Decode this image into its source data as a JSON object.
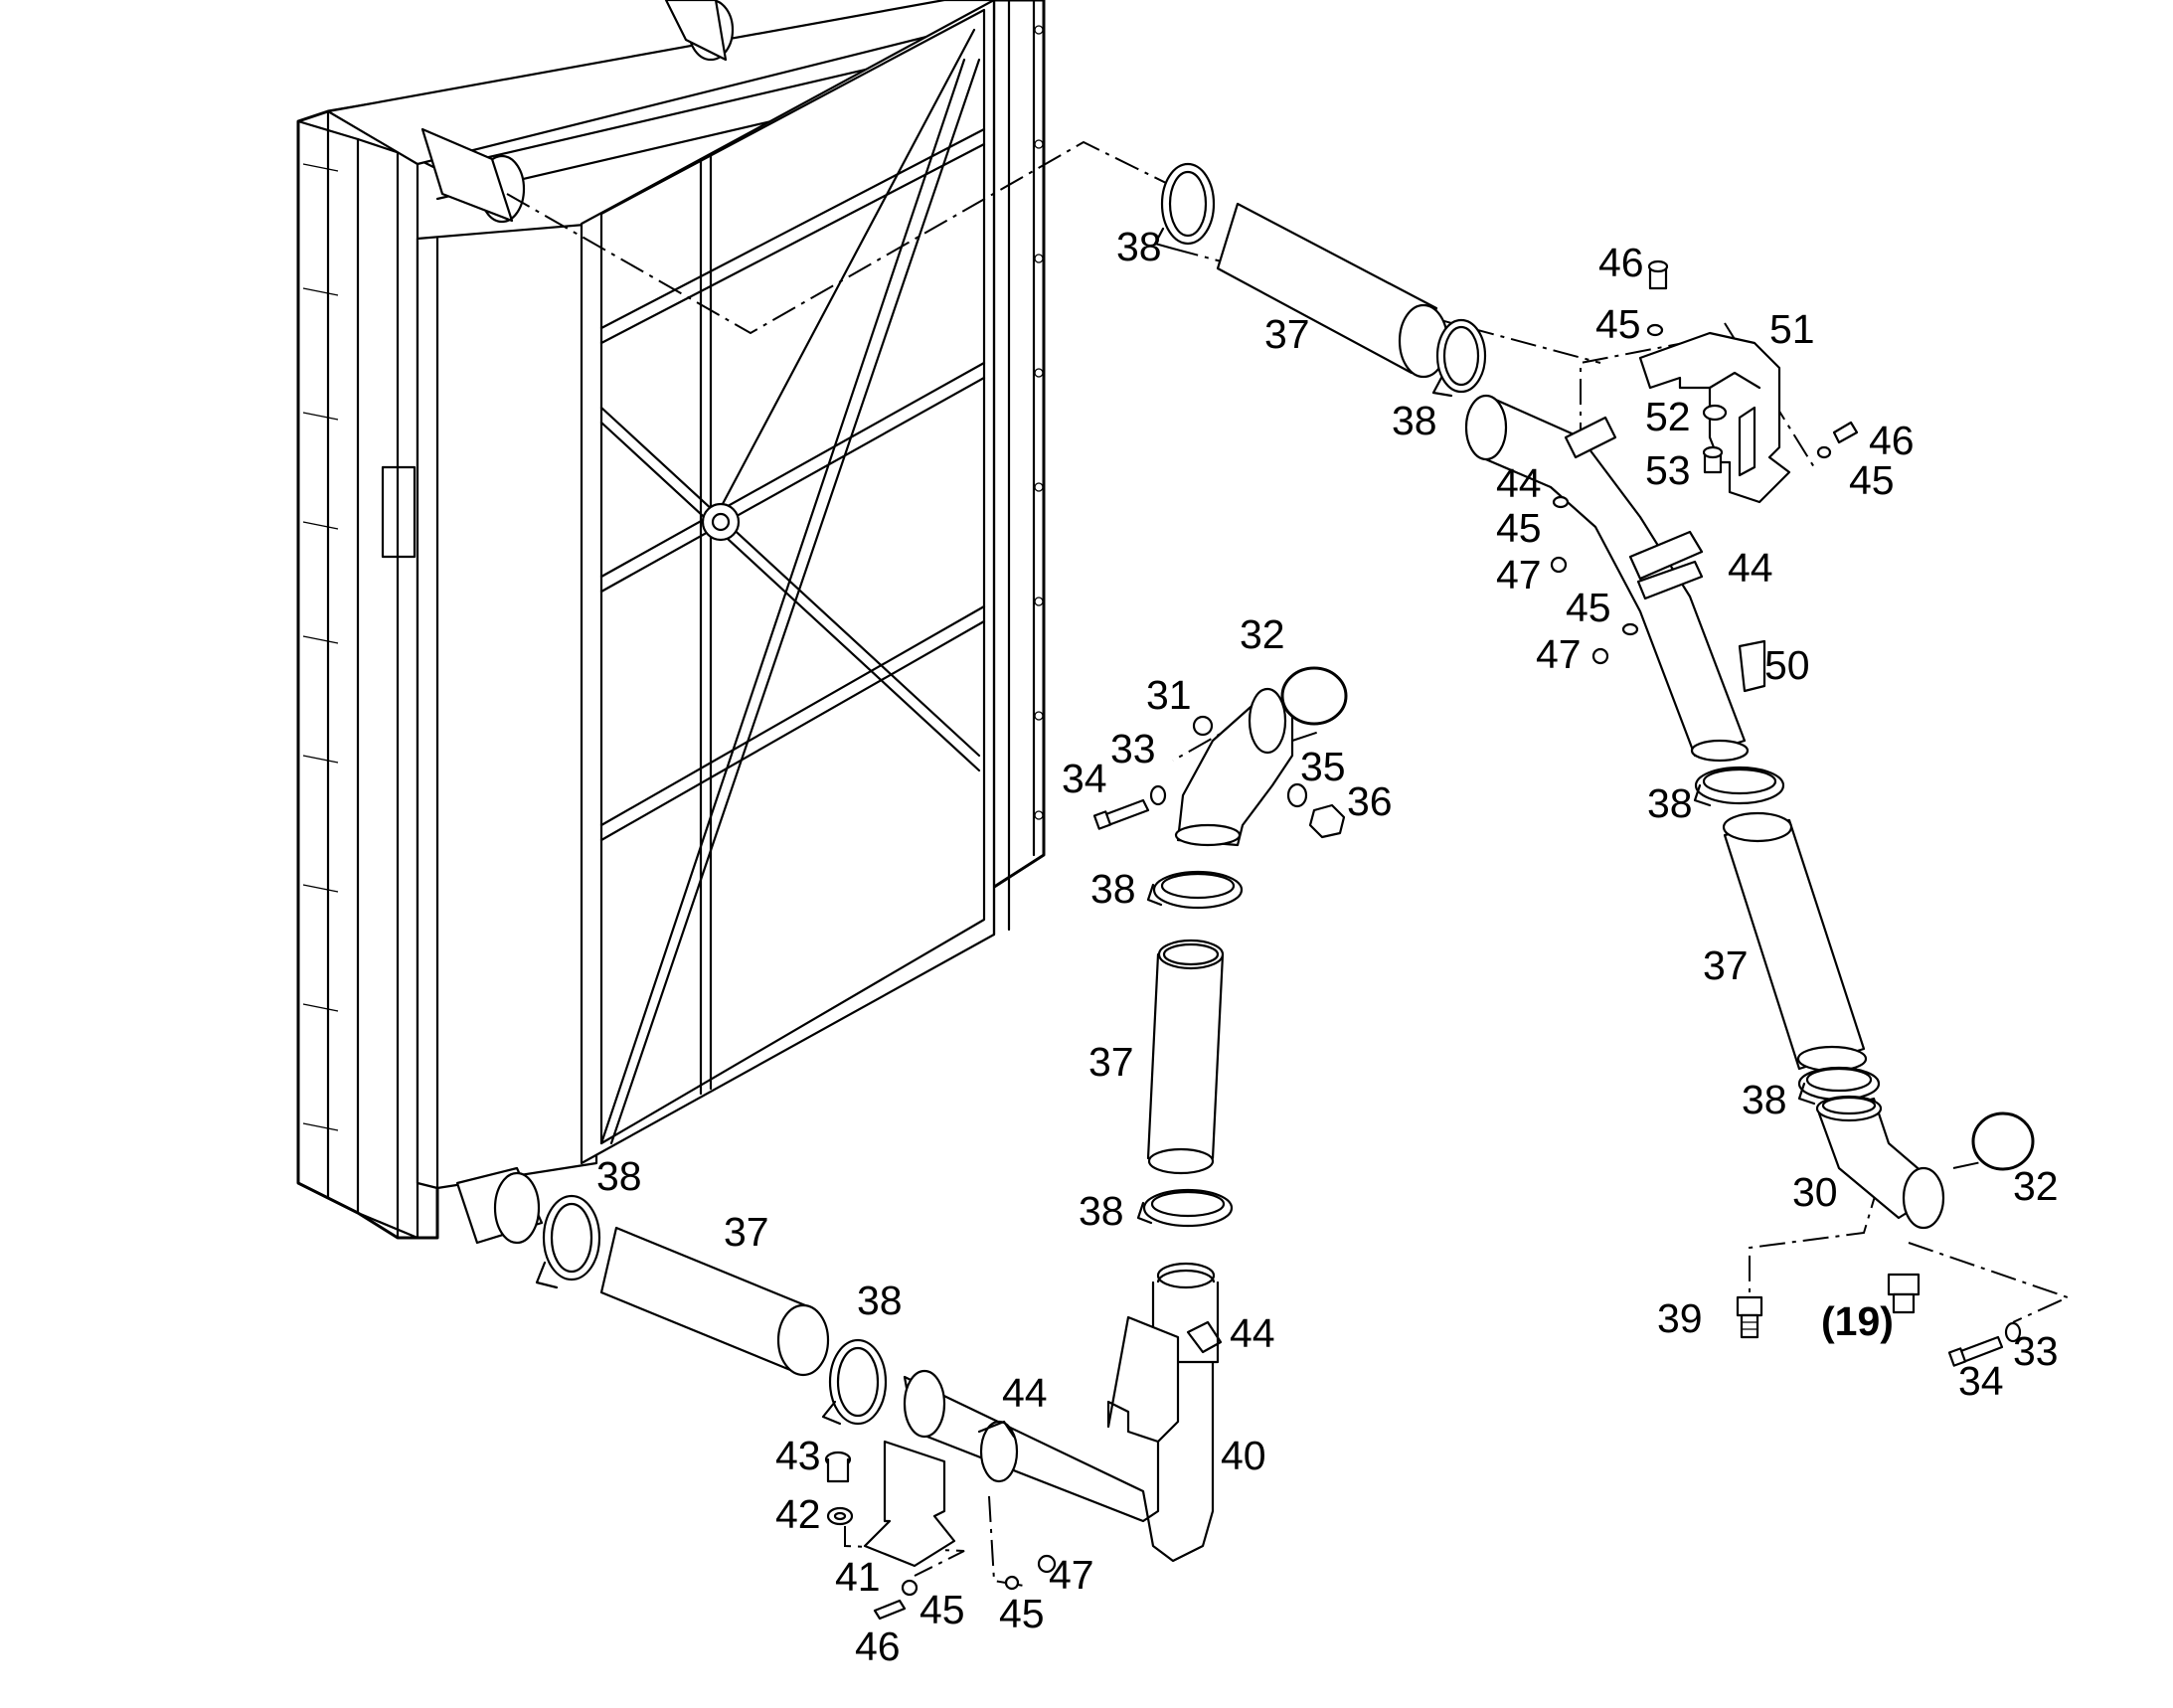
{
  "labels": {
    "l30": "30",
    "l31": "31",
    "l32a": "32",
    "l32b": "32",
    "l33a": "33",
    "l33b": "33",
    "l34a": "34",
    "l34b": "34",
    "l35": "35",
    "l36": "36",
    "l37a": "37",
    "l37b": "37",
    "l37c": "37",
    "l37d": "37",
    "l38a": "38",
    "l38b": "38",
    "l38c": "38",
    "l38d": "38",
    "l38e": "38",
    "l38f": "38",
    "l38g": "38",
    "l38h": "38",
    "l39": "39",
    "l19": "(19)",
    "l40": "40",
    "l41": "41",
    "l42": "42",
    "l43": "43",
    "l44a": "44",
    "l44b": "44",
    "l44c": "44",
    "l44d": "44",
    "l45a": "45",
    "l45b": "45",
    "l45c": "45",
    "l45d": "45",
    "l45e": "45",
    "l45f": "45",
    "l46a": "46",
    "l46b": "46",
    "l46c": "46",
    "l47a": "47",
    "l47b": "47",
    "l47c": "47",
    "l50": "50",
    "l51": "51",
    "l52": "52",
    "l53": "53"
  }
}
